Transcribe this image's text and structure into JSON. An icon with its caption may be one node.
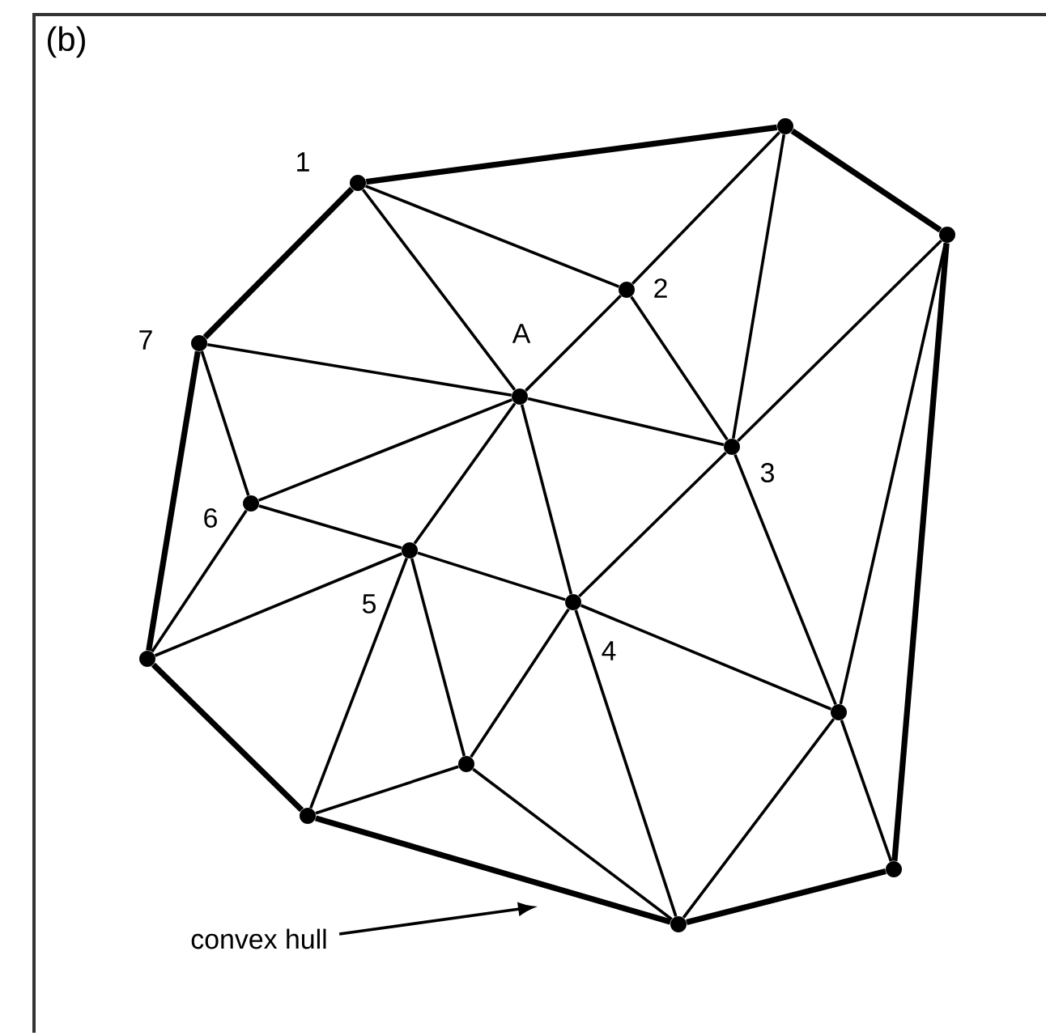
{
  "diagram": {
    "nodes": [
      {
        "text": [],
        "shape": "circle"
      },
      {
        "text": [],
        "shape": "circle",
        "beside": [
          "1"
        ]
      },
      {
        "text": [],
        "shape": "circle"
      },
      {
        "text": [],
        "shape": "circle",
        "beside": [
          "2"
        ]
      },
      {
        "text": [],
        "shape": "circle",
        "beside": [
          "7"
        ]
      },
      {
        "text": [],
        "shape": "circle",
        "beside": [
          "A"
        ]
      },
      {
        "text": [],
        "shape": "circle",
        "beside": [
          "3"
        ]
      },
      {
        "text": [],
        "shape": "circle",
        "beside": [
          "6"
        ]
      },
      {
        "text": [],
        "shape": "circle",
        "beside": [
          "5"
        ]
      },
      {
        "text": [],
        "shape": "circle",
        "beside": [
          "4"
        ]
      },
      {
        "text": [],
        "shape": "circle"
      },
      {
        "text": [],
        "shape": "circle"
      },
      {
        "text": [],
        "shape": "circle"
      },
      {
        "text": [],
        "shape": "circle"
      },
      {
        "text": [],
        "shape": "circle"
      },
      {
        "text": [],
        "shape": "circle"
      },
      {
        "text": [
          "convex hull"
        ]
      }
    ],
    "edges": [
      {
        "from": 1,
        "to": 0,
        "arrow": "none",
        "style": "thick"
      },
      {
        "from": 0,
        "to": 2,
        "arrow": "none",
        "style": "thick"
      },
      {
        "from": 2,
        "to": 14,
        "arrow": "none",
        "style": "thick"
      },
      {
        "from": 14,
        "to": 15,
        "arrow": "none",
        "style": "thick"
      },
      {
        "from": 15,
        "to": 13,
        "arrow": "none",
        "style": "thick"
      },
      {
        "from": 13,
        "to": 10,
        "arrow": "none",
        "style": "thick"
      },
      {
        "from": 10,
        "to": 4,
        "arrow": "none",
        "style": "thick"
      },
      {
        "from": 4,
        "to": 1,
        "arrow": "none",
        "style": "thick"
      },
      {
        "from": 1,
        "to": 3,
        "arrow": "none"
      },
      {
        "from": 1,
        "to": 5,
        "arrow": "none"
      },
      {
        "from": 0,
        "to": 3,
        "arrow": "none"
      },
      {
        "from": 0,
        "to": 6,
        "arrow": "none"
      },
      {
        "from": 2,
        "to": 6,
        "arrow": "none"
      },
      {
        "from": 2,
        "to": 11,
        "arrow": "none"
      },
      {
        "from": 3,
        "to": 5,
        "arrow": "none"
      },
      {
        "from": 3,
        "to": 6,
        "arrow": "none"
      },
      {
        "from": 4,
        "to": 5,
        "arrow": "none"
      },
      {
        "from": 4,
        "to": 7,
        "arrow": "none"
      },
      {
        "from": 5,
        "to": 6,
        "arrow": "none"
      },
      {
        "from": 5,
        "to": 7,
        "arrow": "none"
      },
      {
        "from": 5,
        "to": 8,
        "arrow": "none"
      },
      {
        "from": 5,
        "to": 9,
        "arrow": "none"
      },
      {
        "from": 6,
        "to": 9,
        "arrow": "none"
      },
      {
        "from": 6,
        "to": 11,
        "arrow": "none"
      },
      {
        "from": 7,
        "to": 8,
        "arrow": "none"
      },
      {
        "from": 7,
        "to": 10,
        "arrow": "none"
      },
      {
        "from": 8,
        "to": 9,
        "arrow": "none"
      },
      {
        "from": 8,
        "to": 10,
        "arrow": "none"
      },
      {
        "from": 8,
        "to": 13,
        "arrow": "none"
      },
      {
        "from": 8,
        "to": 12,
        "arrow": "none"
      },
      {
        "from": 9,
        "to": 11,
        "arrow": "none"
      },
      {
        "from": 9,
        "to": 12,
        "arrow": "none"
      },
      {
        "from": 9,
        "to": 15,
        "arrow": "none"
      },
      {
        "from": 12,
        "to": 13,
        "arrow": "none"
      },
      {
        "from": 12,
        "to": 15,
        "arrow": "none"
      },
      {
        "from": 11,
        "to": 15,
        "arrow": "none"
      },
      {
        "from": 11,
        "to": 14,
        "arrow": "none"
      },
      {
        "from": 16,
        "to": null,
        "arrow": "to"
      }
    ],
    "labels": [
      "(b)"
    ]
  }
}
